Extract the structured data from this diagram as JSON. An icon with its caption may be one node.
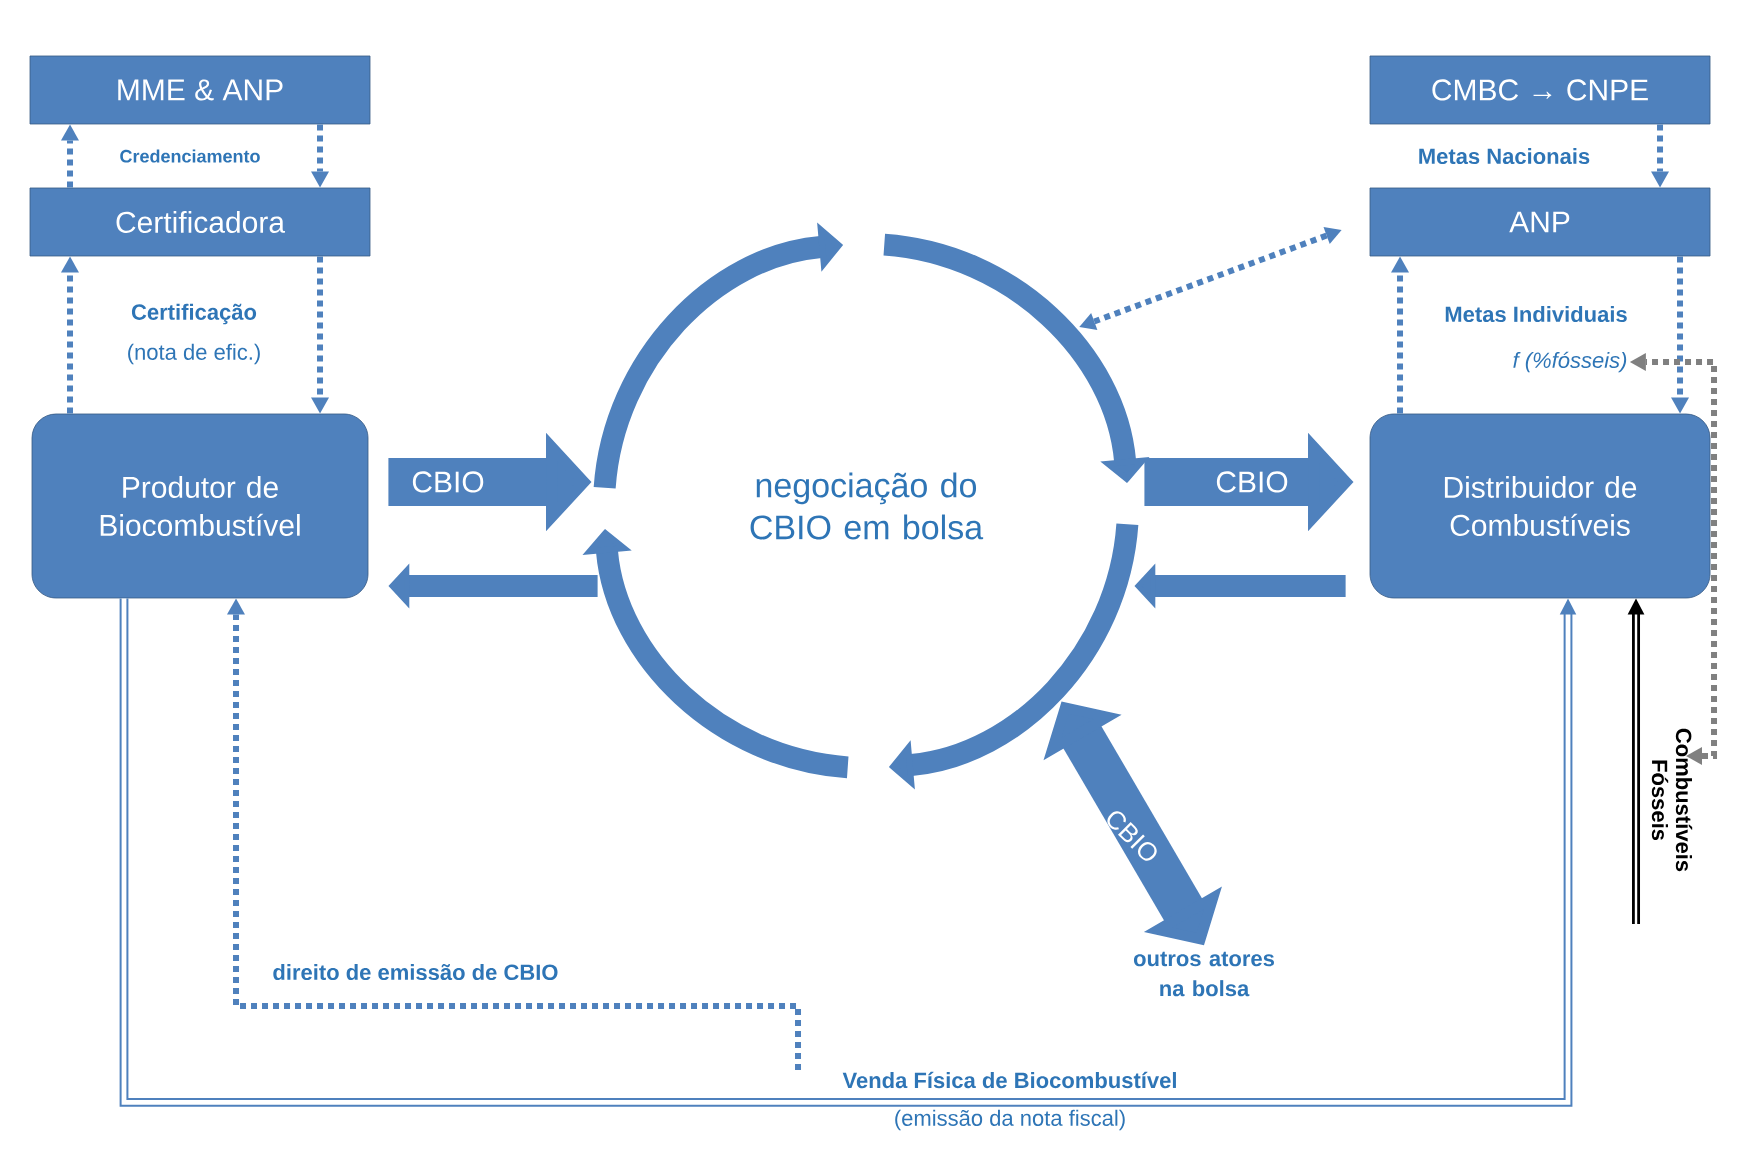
{
  "diagram": {
    "nodes": [
      {
        "text": [
          "MME & ANP"
        ]
      },
      {
        "text": [
          "Certificadora"
        ]
      },
      {
        "text": [
          "Produtor de Biocombustível"
        ]
      },
      {
        "text": [
          "CMBC → CNPE"
        ]
      },
      {
        "text": [
          "ANP"
        ]
      },
      {
        "text": [
          "Distribuidor de Combustíveis"
        ]
      },
      {
        "text": [
          "negociação do CBIO em bolsa"
        ]
      },
      {
        "text": [
          "outros atores na bolsa"
        ]
      },
      {
        "text": [
          "f (%fósseis)"
        ]
      }
    ],
    "edges": [
      {
        "from": 1,
        "to": 0,
        "arrow": "to",
        "style": "dashed"
      },
      {
        "from": 0,
        "to": 1,
        "arrow": "to",
        "style": "dashed",
        "label": "Credenciamento"
      },
      {
        "from": 2,
        "to": 1,
        "arrow": "to",
        "style": "dashed"
      },
      {
        "from": 1,
        "to": 2,
        "arrow": "to",
        "style": "dashed",
        "label": "Certificação"
      },
      {
        "from": 3,
        "to": 4,
        "arrow": "to",
        "style": "dashed",
        "label": "Metas Nacionais"
      },
      {
        "from": 5,
        "to": 4,
        "arrow": "to",
        "style": "dashed"
      },
      {
        "from": 4,
        "to": 5,
        "arrow": "to",
        "style": "dashed",
        "label": "Metas Individuais"
      },
      {
        "from": 4,
        "to": 6,
        "arrow": "both",
        "style": "dashed"
      },
      {
        "from": 2,
        "to": 6,
        "arrow": "to",
        "style": "thick",
        "label": "CBIO"
      },
      {
        "from": 6,
        "to": 2,
        "arrow": "to",
        "style": "thick"
      },
      {
        "from": 6,
        "to": 5,
        "arrow": "to",
        "style": "thick",
        "label": "CBIO"
      },
      {
        "from": 5,
        "to": 6,
        "arrow": "to",
        "style": "thick"
      },
      {
        "from": 6,
        "to": 7,
        "arrow": "both",
        "style": "thick",
        "label": "CBIO"
      },
      {
        "from": 2,
        "to": 5,
        "arrow": "to",
        "label": "Venda Física de Biocombustível"
      },
      {
        "from": null,
        "to": 2,
        "arrow": "to",
        "style": "dashed",
        "label": "direito de emissão de CBIO"
      },
      {
        "from": null,
        "to": 5,
        "arrow": "to",
        "color": "#000000",
        "label": "Combustíveis Fósseis"
      },
      {
        "from": null,
        "to": 8,
        "arrow": "both",
        "style": "dashed",
        "color": "#808080"
      }
    ],
    "labels": [
      "(nota de efic.)",
      "(emissão da nota fiscal)"
    ]
  }
}
